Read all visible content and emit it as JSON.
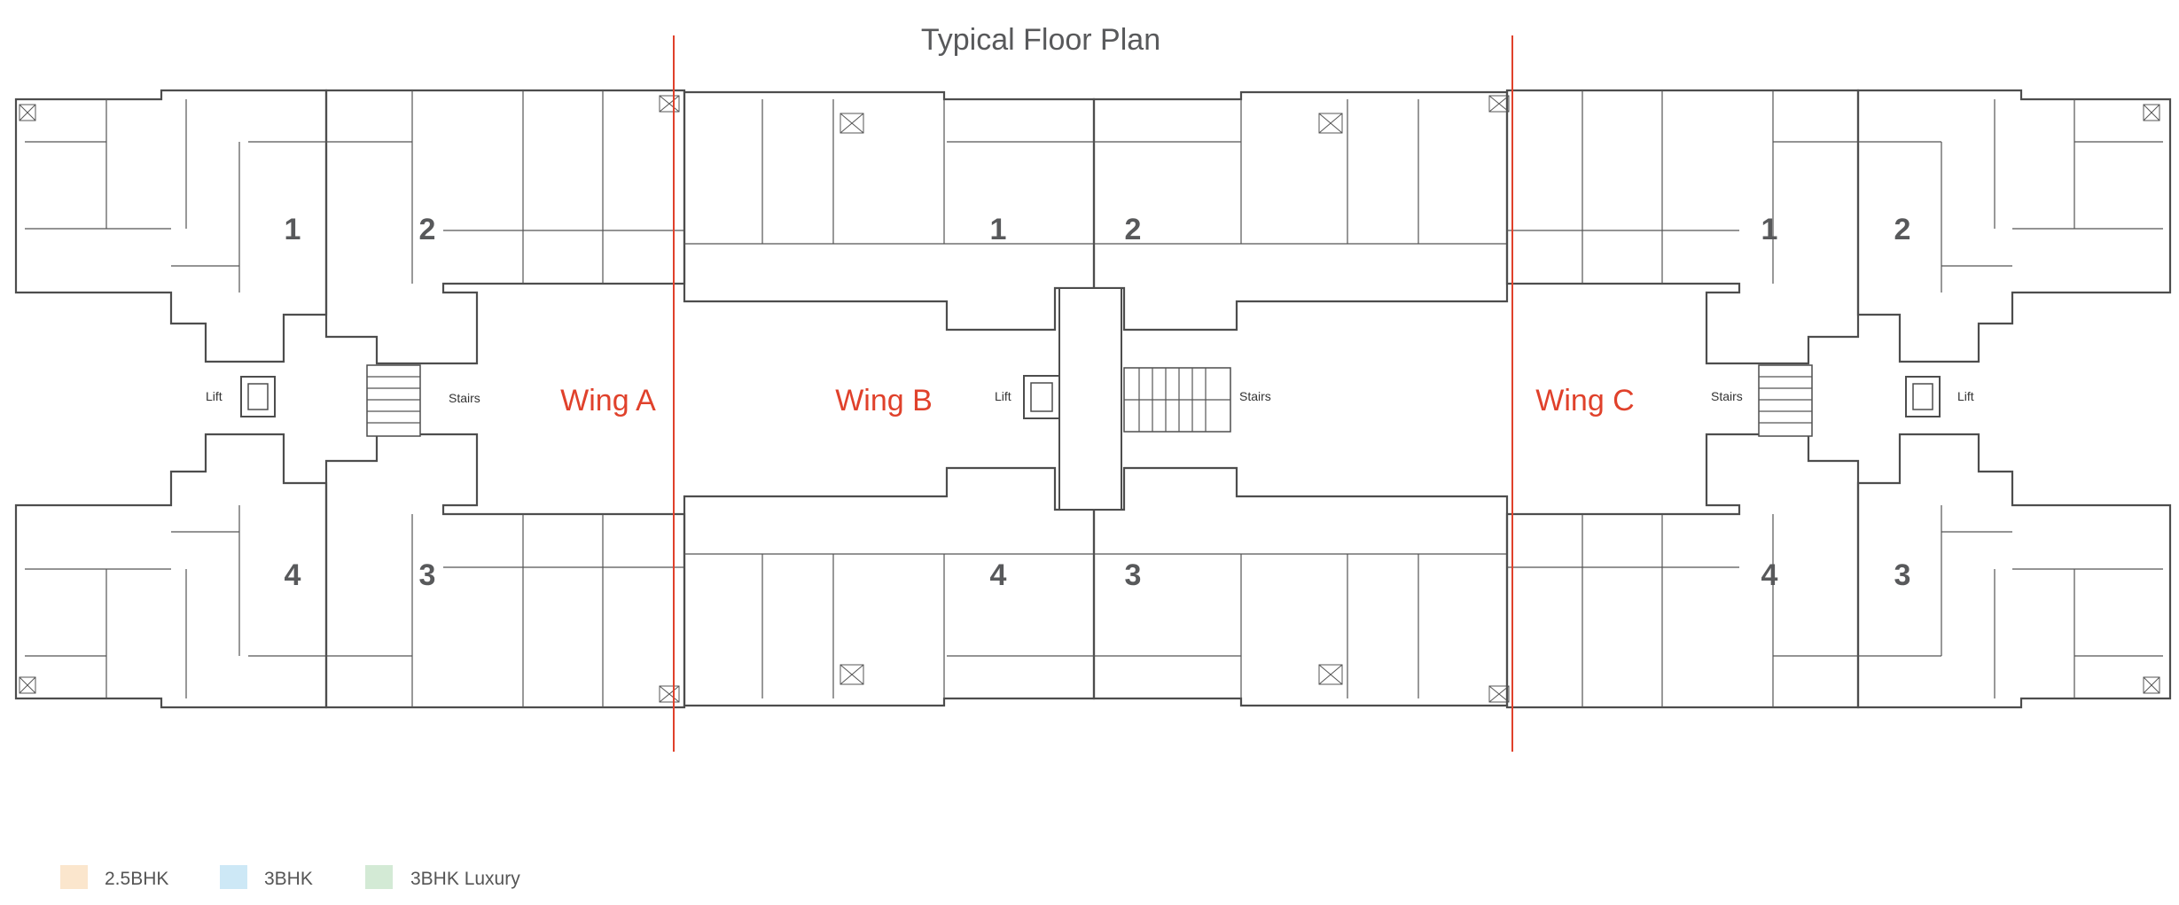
{
  "title": "Typical Floor Plan",
  "colors": {
    "bhk25": "#fbe6cd",
    "bhk3": "#cde8f6",
    "bhk3lux": "#d3ead5",
    "wing_line": "#e0412b",
    "wall": "#4d4d4d"
  },
  "wings": {
    "a": "Wing A",
    "b": "Wing B",
    "c": "Wing C"
  },
  "core": {
    "lift": "Lift",
    "stairs": "Stairs"
  },
  "units": {
    "a1": "1",
    "a2": "2",
    "a3": "3",
    "a4": "4",
    "b1": "1",
    "b2": "2",
    "b3": "3",
    "b4": "4",
    "c1": "1",
    "c2": "2",
    "c3": "3",
    "c4": "4"
  },
  "legend": [
    {
      "label": "2.5BHK",
      "color": "#fbe6cd"
    },
    {
      "label": "3BHK",
      "color": "#cde8f6"
    },
    {
      "label": "3BHK Luxury",
      "color": "#d3ead5"
    }
  ]
}
